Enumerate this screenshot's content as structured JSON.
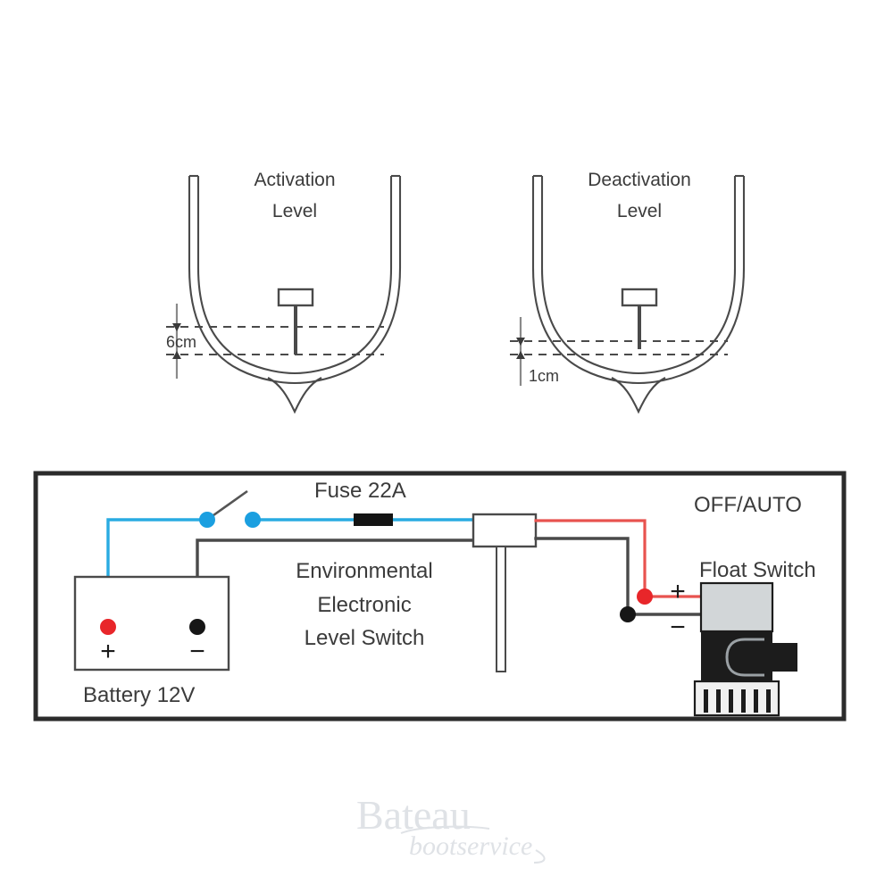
{
  "document": {
    "title": "Environmental Electronic Level Switch — Bilge Pump Wiring Diagram",
    "background_color": "#ffffff"
  },
  "colors": {
    "wire_positive_blue": "#29abe2",
    "wire_positive_red": "#e8534f",
    "wire_negative_black": "#4a4a4a",
    "terminal_red": "#e8262a",
    "terminal_black": "#161616",
    "terminal_blue": "#1b9fe0",
    "outline": "#4a4a4a",
    "frame": "#2b2b2b",
    "label_text": "#3b3b3b",
    "pump_body_dark": "#1c1c1c",
    "pump_body_light": "#d2d6d8",
    "pump_strainer": "#f0f0f0",
    "watermark": "#dfe2e6"
  },
  "hull_diagrams": [
    {
      "id": "activation",
      "title_line1": "Activation",
      "title_line2": "Level",
      "dimension_label": "6cm",
      "sensor": "level-probe",
      "upper_waterline": "activation-waterline",
      "lower_waterline": "hull-bottom-line"
    },
    {
      "id": "deactivation",
      "title_line1": "Deactivation",
      "title_line2": "Level",
      "dimension_label": "1cm",
      "sensor": "level-probe",
      "upper_waterline": "deactivation-waterline",
      "lower_waterline": "hull-bottom-line"
    }
  ],
  "wiring": {
    "battery": {
      "label": "Battery 12V",
      "positive_sign": "+",
      "negative_sign": "−",
      "positive_terminal_color": "#e8262a",
      "negative_terminal_color": "#161616"
    },
    "fuse": {
      "label": "Fuse 22A"
    },
    "switch": {
      "label": "OFF/AUTO",
      "state": "open",
      "terminal_color": "#1b9fe0"
    },
    "level_switch": {
      "label_line1": "Environmental",
      "label_line2": "Electronic",
      "label_line3": "Level Switch"
    },
    "pump": {
      "label": "Float Switch",
      "positive_sign": "+",
      "negative_sign": "−"
    }
  },
  "watermark": {
    "primary": "Bateau",
    "secondary": "bootservice"
  }
}
